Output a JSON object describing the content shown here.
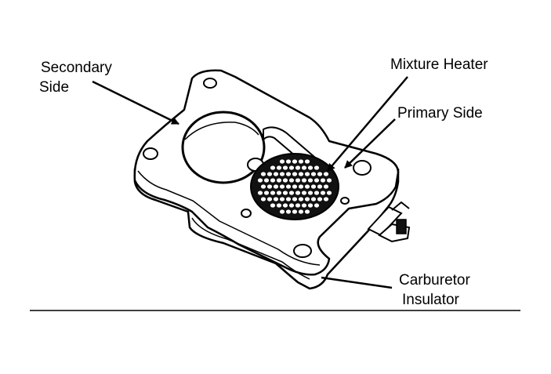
{
  "labels": {
    "secondary_side": [
      "Secondary",
      "Side"
    ],
    "mixture_heater": "Mixture Heater",
    "primary_side": "Primary Side",
    "carburetor_insulator": [
      "Carburetor",
      "Insulator"
    ]
  },
  "colors": {
    "ink": "#000000",
    "paper": "#ffffff"
  }
}
